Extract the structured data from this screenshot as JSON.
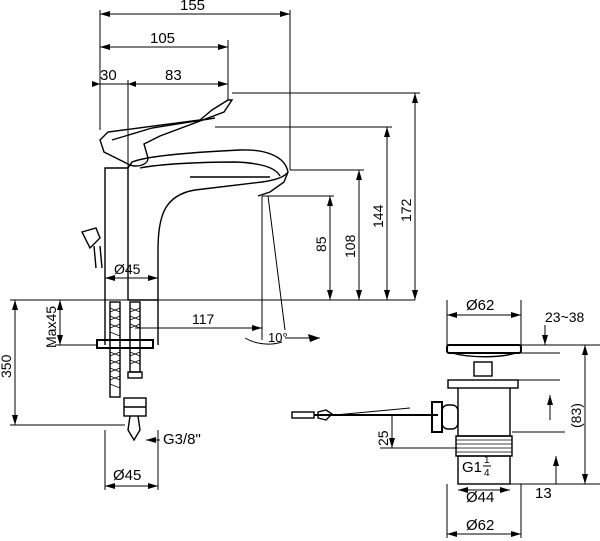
{
  "dimensions": {
    "faucet_width": "155",
    "handle_reach": "105",
    "handle_offset": "30",
    "spout_reach": "83",
    "spout_height": "85",
    "handle_height": "108",
    "lever_height": "144",
    "total_height": "172",
    "base_diameter": "Ø45",
    "outlet_distance": "117",
    "spout_angle": "10°",
    "max_deck_thickness": "Max45",
    "hose_length": "350",
    "thread": "G3/8\"",
    "hose_base_diameter": "Ø45",
    "drain_top_diameter": "Ø62",
    "drain_range": "23~38",
    "drain_height": "(83)",
    "drain_rod_offset": "25",
    "drain_thread_main": "G1",
    "drain_thread_num": "1",
    "drain_thread_den": "4",
    "drain_inner_diameter": "Ø44",
    "drain_bottom_height": "13",
    "drain_bottom_diameter": "Ø62"
  }
}
